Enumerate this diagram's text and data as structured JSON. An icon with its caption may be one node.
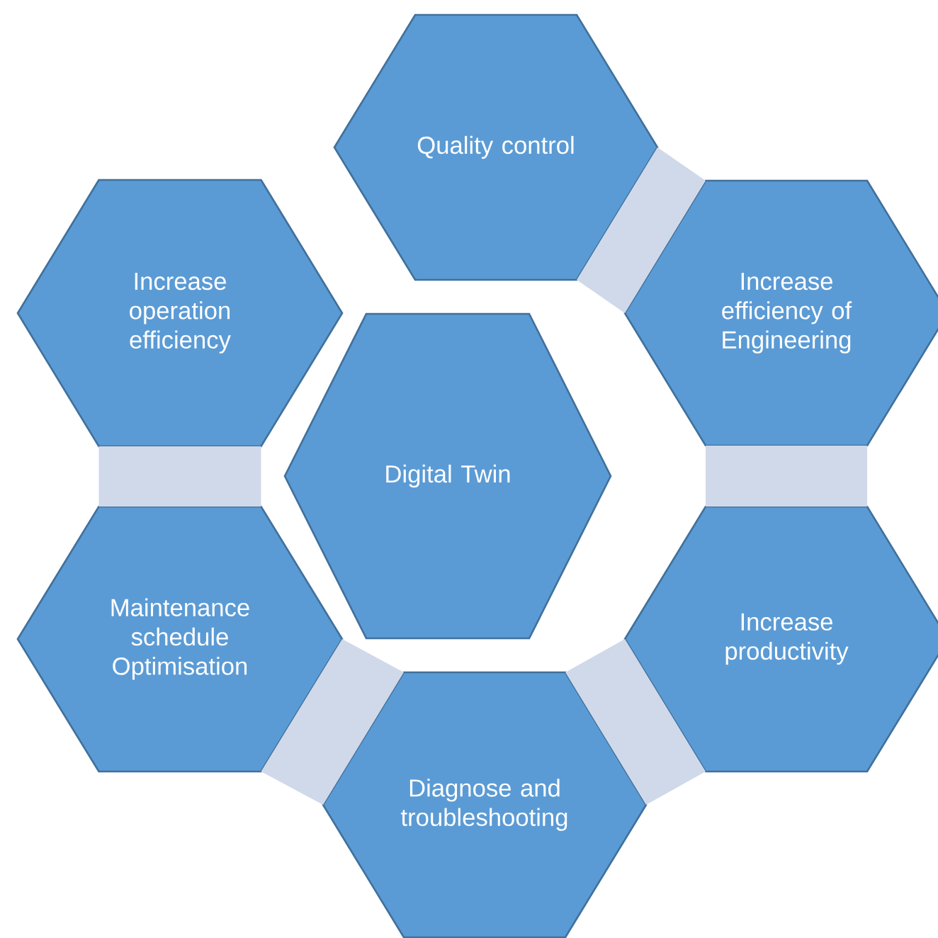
{
  "diagram": {
    "nodes": [
      {
        "text": [
          "Quality control"
        ]
      },
      {
        "text": [
          "Increase operation efficiency"
        ]
      },
      {
        "text": [
          "Increase efficiency  of Engineering"
        ]
      },
      {
        "text": [
          "Digital Twin"
        ]
      },
      {
        "text": [
          "Maintenance schedule Optimisation"
        ]
      },
      {
        "text": [
          "Increase productivity"
        ]
      },
      {
        "text": [
          "Diagnose and troubleshooting"
        ]
      }
    ],
    "edges": [
      {
        "from": 0,
        "to": 2,
        "arrow": "none"
      },
      {
        "from": 2,
        "to": 5,
        "arrow": "none"
      },
      {
        "from": 5,
        "to": 6,
        "arrow": "none"
      },
      {
        "from": 6,
        "to": 4,
        "arrow": "none"
      },
      {
        "from": 4,
        "to": 1,
        "arrow": "none"
      }
    ]
  }
}
